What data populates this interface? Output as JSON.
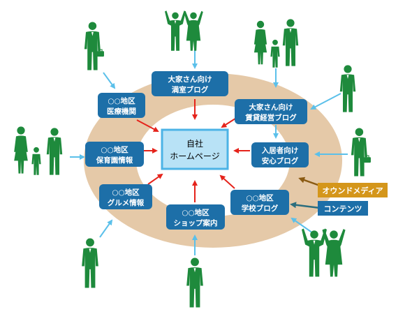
{
  "center": {
    "line1": "自社",
    "line2": "ホームページ"
  },
  "nodes": {
    "top": {
      "line1": "大家さん向け",
      "line2": "満室ブログ"
    },
    "top_right": {
      "line1": "大家さん向け",
      "line2": "賃貸経営ブログ"
    },
    "right": {
      "line1": "入居者向け",
      "line2": "安心ブログ"
    },
    "bottom_right": {
      "line1": "○○地区",
      "line2": "学校ブログ"
    },
    "bottom": {
      "line1": "○○地区",
      "line2": "ショップ案内"
    },
    "bottom_left": {
      "line1": "○○地区",
      "line2": "グルメ情報"
    },
    "left": {
      "line1": "○○地区",
      "line2": "保育園情報"
    },
    "top_left": {
      "line1": "○○地区",
      "line2": "医療機関"
    }
  },
  "tags": {
    "owned": "オウンドメディア",
    "contents": "コンテンツ"
  },
  "colors": {
    "ring": "#e5c9a8",
    "node": "#1d6fa8",
    "center_fill": "#b8e2f6",
    "center_stroke": "#4cb3e6",
    "red_arrow": "#e5231b",
    "blue_arrow": "#5bc0ea",
    "person": "#1e8a3c",
    "owned_tag": "#d4961b",
    "contents_tag": "#1d6fa8",
    "contents_arrow": "#2c6e7e"
  }
}
